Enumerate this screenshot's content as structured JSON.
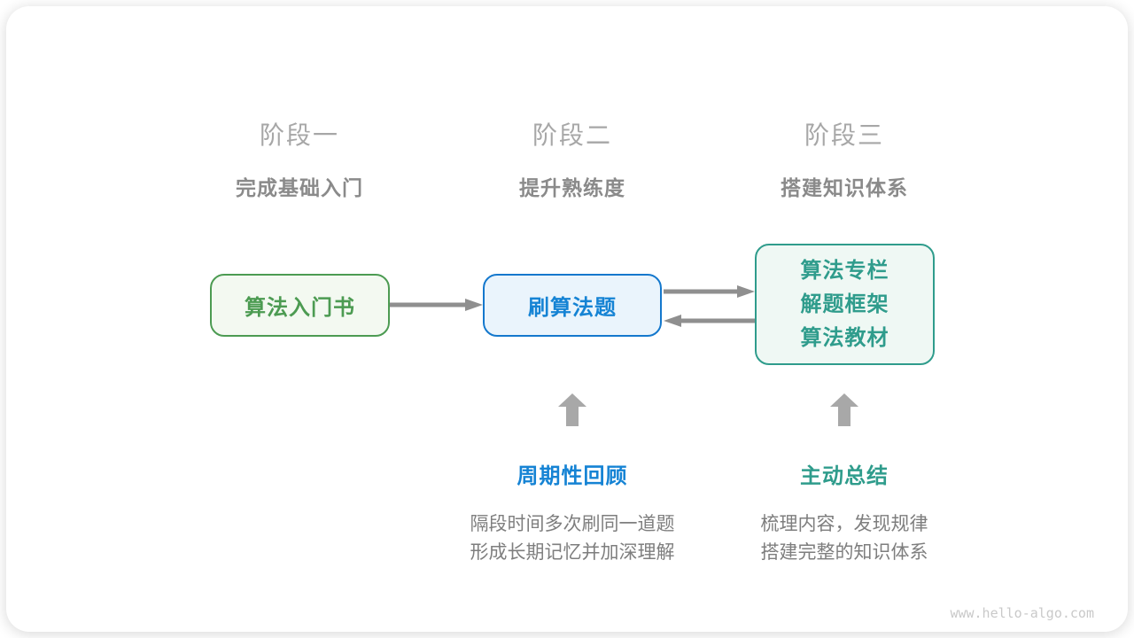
{
  "stages": [
    {
      "title": "阶段一",
      "subtitle": "完成基础入门"
    },
    {
      "title": "阶段二",
      "subtitle": "提升熟练度"
    },
    {
      "title": "阶段三",
      "subtitle": "搭建知识体系"
    }
  ],
  "nodes": [
    {
      "label": "算法入门书"
    },
    {
      "label": "刷算法题"
    },
    {
      "lines": [
        "算法专栏",
        "解题框架",
        "算法教材"
      ]
    }
  ],
  "annotations": [
    {
      "title": "周期性回顾",
      "desc": [
        "隔段时间多次刷同一道题",
        "形成长期记忆并加深理解"
      ]
    },
    {
      "title": "主动总结",
      "desc": [
        "梳理内容，发现规律",
        "搭建完整的知识体系"
      ]
    }
  ],
  "watermark": "www.hello-algo.com",
  "colors": {
    "node_green_border": "#4c9b52",
    "node_green_bg": "#f3f9f1",
    "node_blue_border": "#1478cd",
    "node_blue_text": "#1583d4",
    "node_blue_bg": "#eaf4fc",
    "node_teal_border": "#2f9c8c",
    "node_teal_bg": "#eff8f4",
    "flow_arrow_gray": "#8f8f8f",
    "up_arrow_gray": "#a8a8a8",
    "stage_title_gray": "#a7a7a7",
    "stage_subtitle_gray": "#8a8a8a",
    "desc_gray": "#7e7e7e",
    "watermark_gray": "#c9c9c9"
  }
}
